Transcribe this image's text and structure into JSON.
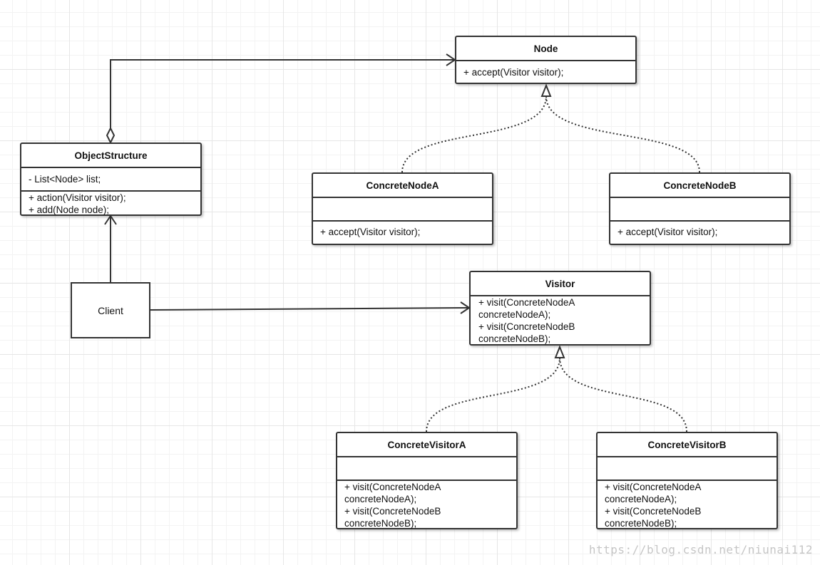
{
  "diagram": {
    "classes": {
      "node": {
        "name": "Node",
        "attributes": [],
        "methods": [
          "+ accept(Visitor visitor);"
        ]
      },
      "object_structure": {
        "name": "ObjectStructure",
        "attributes": [
          "- List<Node> list;"
        ],
        "methods": [
          "+ action(Visitor visitor);",
          "+ add(Node node);"
        ]
      },
      "concrete_node_a": {
        "name": "ConcreteNodeA",
        "attributes": [],
        "methods": [
          "+ accept(Visitor visitor);"
        ]
      },
      "concrete_node_b": {
        "name": "ConcreteNodeB",
        "attributes": [],
        "methods": [
          "+ accept(Visitor visitor);"
        ]
      },
      "visitor": {
        "name": "Visitor",
        "methods": [
          "+ visit(ConcreteNodeA",
          "concreteNodeA);",
          "+ visit(ConcreteNodeB",
          "concreteNodeB);"
        ]
      },
      "concrete_visitor_a": {
        "name": "ConcreteVisitorA",
        "attributes": [],
        "methods": [
          "+ visit(ConcreteNodeA",
          "concreteNodeA);",
          "+ visit(ConcreteNodeB",
          "concreteNodeB);"
        ]
      },
      "concrete_visitor_b": {
        "name": "ConcreteVisitorB",
        "attributes": [],
        "methods": [
          "+ visit(ConcreteNodeA",
          "concreteNodeA);",
          "+ visit(ConcreteNodeB",
          "concreteNodeB);"
        ]
      }
    },
    "client": {
      "name": "Client"
    },
    "relations": [
      {
        "from": "ObjectStructure",
        "to": "Node",
        "type": "aggregation"
      },
      {
        "from": "Client",
        "to": "ObjectStructure",
        "type": "association"
      },
      {
        "from": "Client",
        "to": "Visitor",
        "type": "association"
      },
      {
        "from": "ConcreteNodeA",
        "to": "Node",
        "type": "realization"
      },
      {
        "from": "ConcreteNodeB",
        "to": "Node",
        "type": "realization"
      },
      {
        "from": "ConcreteVisitorA",
        "to": "Visitor",
        "type": "realization"
      },
      {
        "from": "ConcreteVisitorB",
        "to": "Visitor",
        "type": "realization"
      }
    ],
    "colors": {
      "line": "#333333",
      "grid": "#e6e6e6",
      "box_fill": "#ffffff"
    }
  },
  "watermark": "https://blog.csdn.net/niunai112"
}
